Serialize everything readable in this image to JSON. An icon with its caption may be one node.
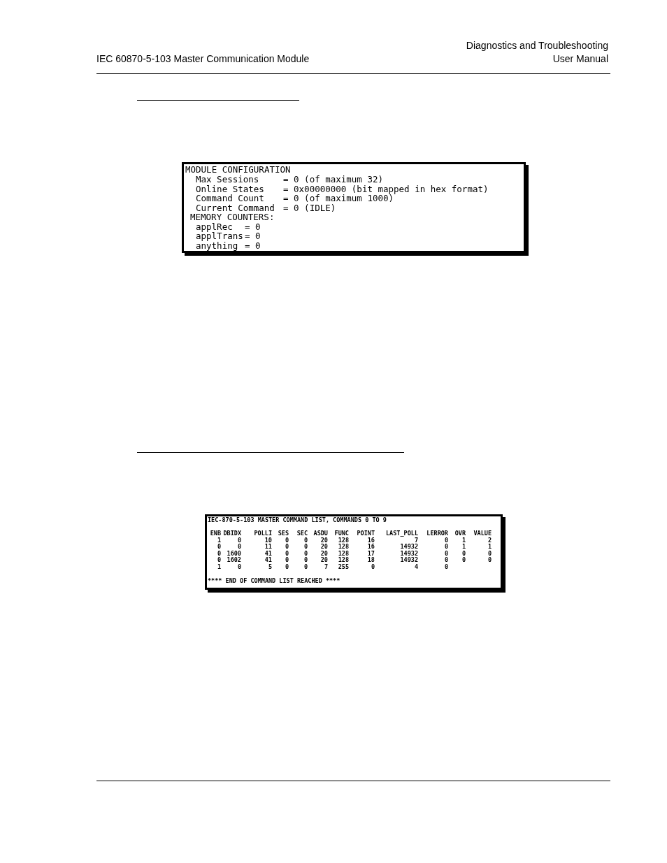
{
  "diagram": {
    "labels": [
      "IEC 60870-5-103 Master Communication Module",
      "Diagnostics and Troubleshooting",
      "User Manual",
      "MODULE CONFIGURATION",
      "Max Sessions",
      "= 0 (of maximum 32)",
      "Online States",
      "= 0x00000000 (bit mapped in hex format)",
      "Command Count",
      "= 0 (of maximum 1000)",
      "Current Command",
      "= 0 (IDLE)",
      "MEMORY COUNTERS:",
      "applRec",
      "= 0",
      "applTrans",
      "= 0",
      "anything",
      "= 0",
      "IEC-870-5-103 MASTER COMMAND LIST, COMMANDS 0 TO 9",
      "ENB",
      "DBIDX",
      "POLLI",
      "SES",
      "SEC",
      "ASDU",
      "FUNC",
      "POINT",
      "LAST_POLL",
      "LERROR",
      "OVR",
      "VALUE",
      "1",
      "0",
      "10",
      "0",
      "0",
      "20",
      "128",
      "16",
      "7",
      "0",
      "1",
      "2",
      "0",
      "0",
      "11",
      "0",
      "0",
      "20",
      "128",
      "16",
      "14932",
      "0",
      "1",
      "1",
      "0",
      "1600",
      "41",
      "0",
      "0",
      "20",
      "128",
      "17",
      "14932",
      "0",
      "0",
      "0",
      "0",
      "1602",
      "41",
      "0",
      "0",
      "20",
      "128",
      "18",
      "14932",
      "0",
      "0",
      "0",
      "1",
      "0",
      "5",
      "0",
      "0",
      "7",
      "255",
      "0",
      "4",
      "0",
      "**** END OF COMMAND LIST REACHED ****"
    ]
  }
}
